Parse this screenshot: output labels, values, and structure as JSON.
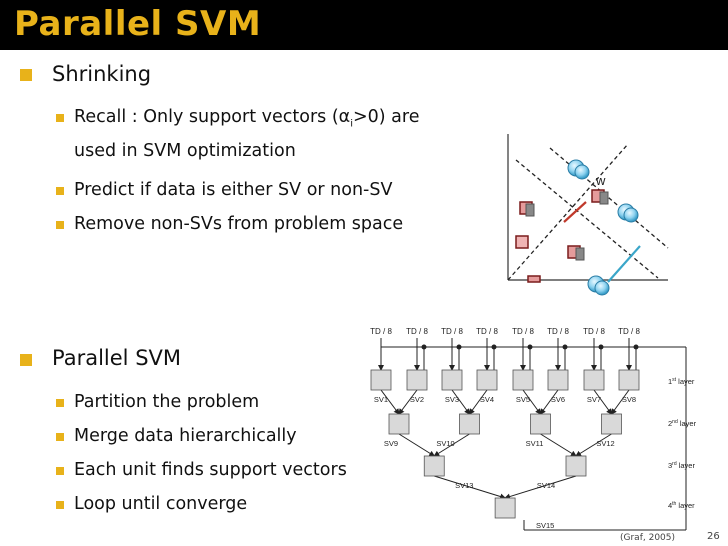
{
  "slide": {
    "title": "Parallel SVM",
    "sections": [
      {
        "heading": "Shrinking",
        "items": [
          {
            "pre": "Recall : Only support vectors (",
            "alpha": "α",
            "sub": "i",
            "post": ">0) are",
            "line2": "used in SVM optimization"
          },
          {
            "text": "Predict if data is either SV or non-SV"
          },
          {
            "text": "Remove non-SVs from problem space"
          }
        ]
      },
      {
        "heading": "Parallel SVM",
        "items": [
          {
            "text": "Partition the problem"
          },
          {
            "text": "Merge data hierarchically"
          },
          {
            "text": "Each unit finds support vectors"
          },
          {
            "text": "Loop until converge"
          }
        ]
      }
    ],
    "citation": "(Graf, 2005)",
    "page_number": "26"
  },
  "svm_figure": {
    "w_label": "w"
  },
  "network_figure": {
    "td_labels": [
      "TD / 8",
      "TD / 8",
      "TD / 8",
      "TD / 8",
      "TD / 8",
      "TD / 8",
      "TD / 8",
      "TD / 8"
    ],
    "layer1_sv": [
      "SV1",
      "SV2",
      "SV3",
      "SV4",
      "SV5",
      "SV6",
      "SV7",
      "SV8"
    ],
    "layer2_sv": [
      "SV9",
      "SV10",
      "SV11",
      "SV12"
    ],
    "layer3_sv": [
      "SV13",
      "SV14"
    ],
    "layer4_sv": "SV15",
    "layers": [
      {
        "num": "1",
        "sup": "st",
        "word": "layer"
      },
      {
        "num": "2",
        "sup": "nd",
        "word": "layer"
      },
      {
        "num": "3",
        "sup": "rd",
        "word": "layer"
      },
      {
        "num": "4",
        "sup": "th",
        "word": "layer"
      }
    ]
  }
}
